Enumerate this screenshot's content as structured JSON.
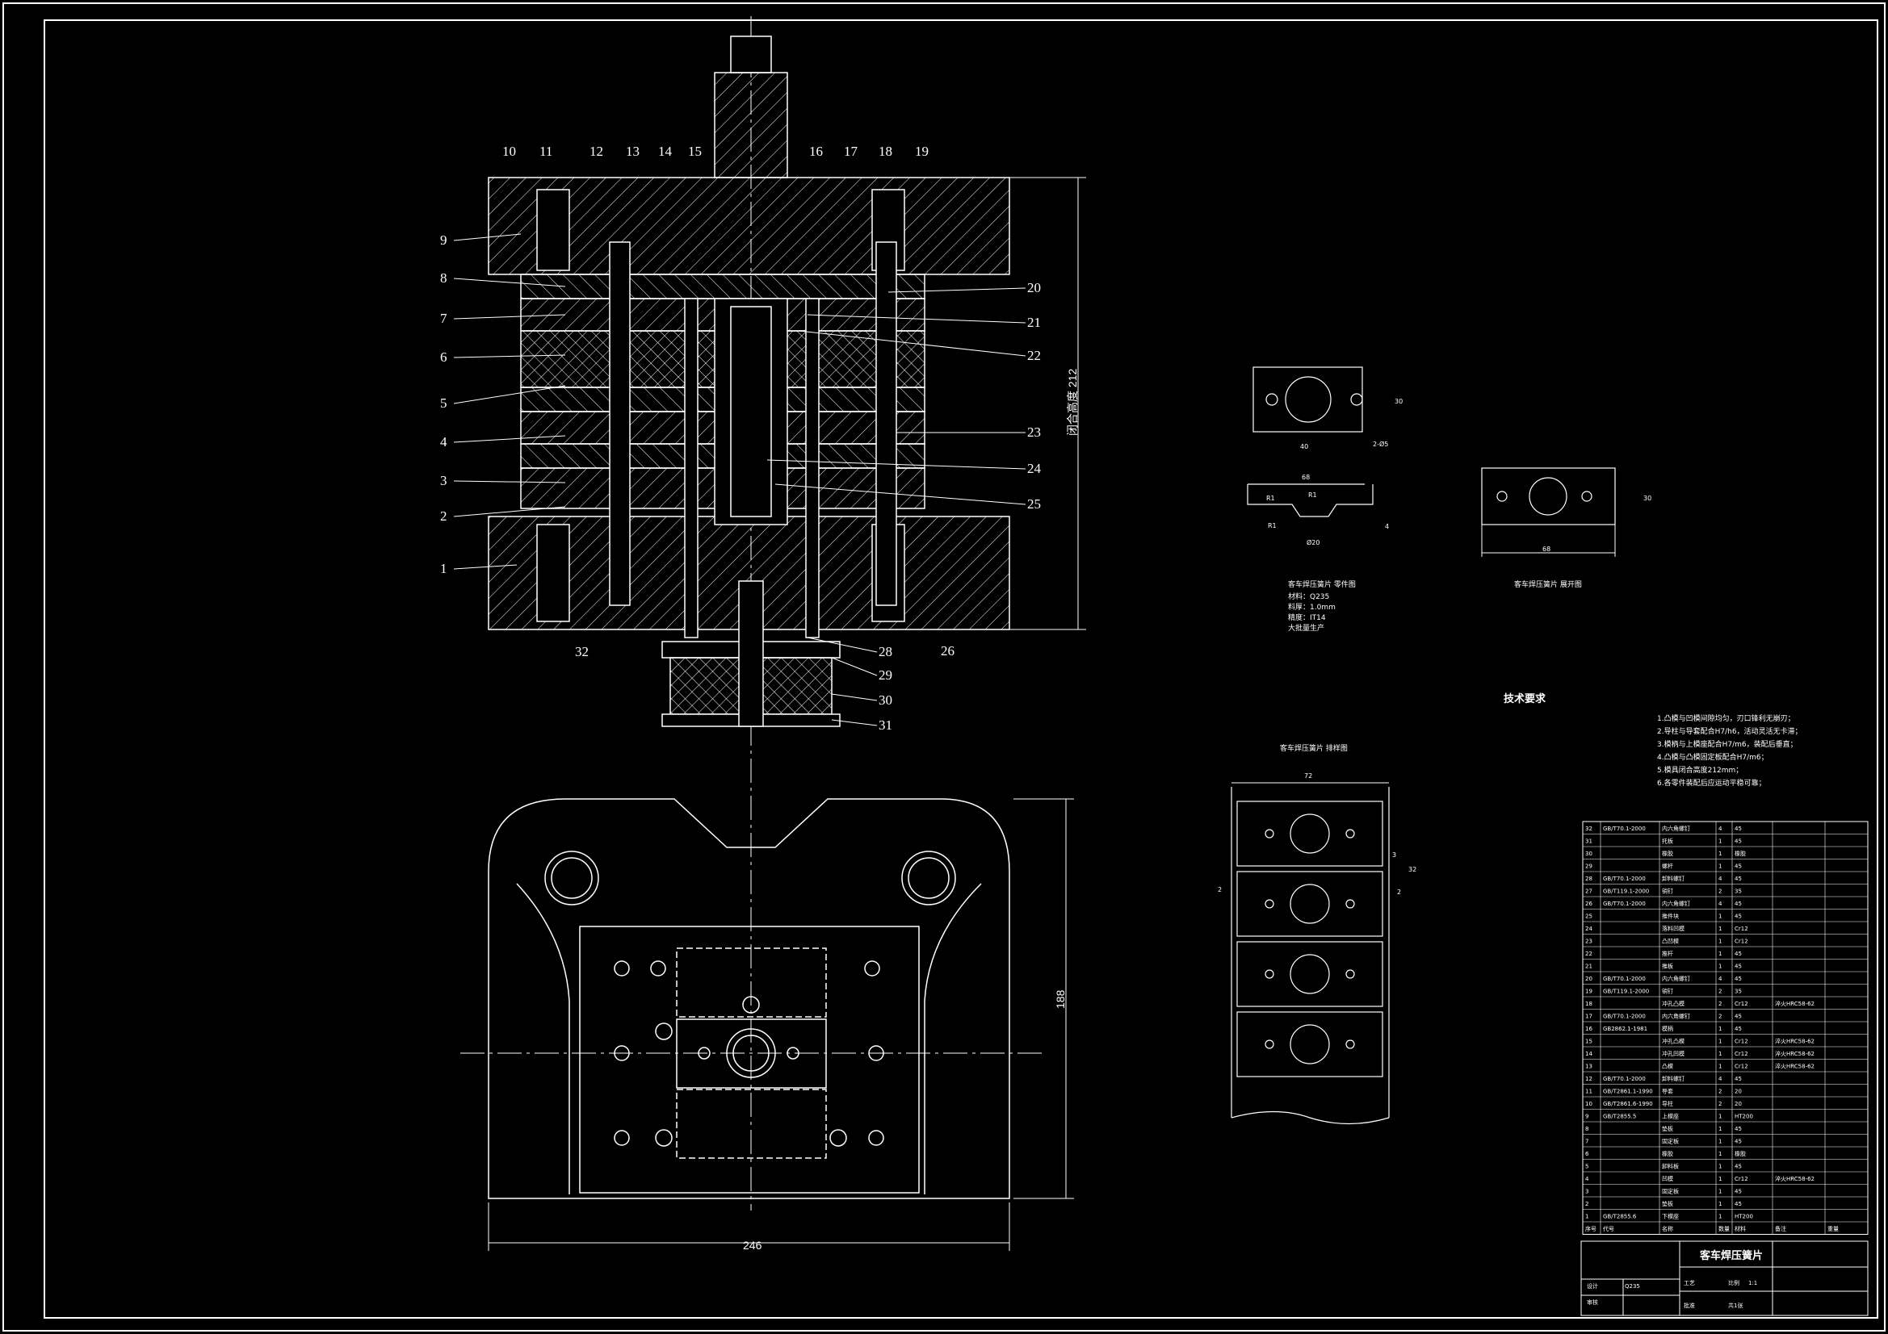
{
  "drawing_title": "客车焊压簧片",
  "overall_height_label": "闭合高度 212",
  "callouts_left": [
    "10",
    "11",
    "12",
    "13",
    "14",
    "15",
    "16",
    "17",
    "18",
    "19"
  ],
  "callouts_leftside": [
    "9",
    "8",
    "7",
    "6",
    "5",
    "4",
    "3",
    "2",
    "1"
  ],
  "callouts_right": [
    "20",
    "21",
    "22",
    "23",
    "24",
    "25",
    "26"
  ],
  "callouts_bottom": [
    "32",
    "28",
    "29",
    "30",
    "31"
  ],
  "plan_dims": {
    "width": "246",
    "height": "188"
  },
  "part_view": {
    "dims": {
      "top_width": "40",
      "height": "30",
      "holes": "2-Ø5",
      "side_width": "68",
      "r1": "R1",
      "r1b": "R1",
      "r1c": "R1",
      "hole_dia": "Ø20",
      "thick": "4"
    },
    "caption": "客车焊压簧片  零件图",
    "notes": [
      "材料：Q235",
      "料厚：1.0mm",
      "精度：IT14",
      "大批量生产"
    ]
  },
  "blank_view": {
    "dims": {
      "width": "68",
      "height": "30"
    },
    "caption": "客车焊压簧片  展开图"
  },
  "layout_view": {
    "caption": "客车焊压簧片  排样图",
    "dims": {
      "width": "72",
      "pitch": "32",
      "gap1": "2",
      "gap2": "3",
      "gap3": "2"
    }
  },
  "tech_req": {
    "title": "技术要求",
    "lines": [
      "1.凸模与凹模间隙均匀，刃口锋利无崩刃；",
      "2.导柱与导套配合H7/h6，活动灵活无卡滞；",
      "3.模柄与上模座配合H7/m6，装配后垂直；",
      "4.凸模与凸模固定板配合H7/m6；",
      "5.模具闭合高度212mm；",
      "6.各零件装配后应运动平稳可靠；"
    ]
  },
  "bom": [
    [
      "32",
      "GB/T70.1-2000",
      "内六角螺钉",
      "4",
      "45",
      "",
      ""
    ],
    [
      "31",
      "",
      "托板",
      "1",
      "45",
      "",
      ""
    ],
    [
      "30",
      "",
      "橡胶",
      "1",
      "橡胶",
      "",
      ""
    ],
    [
      "29",
      "",
      "螺杆",
      "1",
      "45",
      "",
      ""
    ],
    [
      "28",
      "GB/T70.1-2000",
      "卸料螺钉",
      "4",
      "45",
      "",
      ""
    ],
    [
      "27",
      "GB/T119.1-2000",
      "销钉",
      "2",
      "35",
      "",
      ""
    ],
    [
      "26",
      "GB/T70.1-2000",
      "内六角螺钉",
      "4",
      "45",
      "",
      ""
    ],
    [
      "25",
      "",
      "推件块",
      "1",
      "45",
      "",
      ""
    ],
    [
      "24",
      "",
      "落料凹模",
      "1",
      "Cr12",
      "",
      ""
    ],
    [
      "23",
      "",
      "凸凹模",
      "1",
      "Cr12",
      "",
      ""
    ],
    [
      "22",
      "",
      "推杆",
      "1",
      "45",
      "",
      ""
    ],
    [
      "21",
      "",
      "推板",
      "1",
      "45",
      "",
      ""
    ],
    [
      "20",
      "GB/T70.1-2000",
      "内六角螺钉",
      "4",
      "45",
      "",
      ""
    ],
    [
      "19",
      "GB/T119.1-2000",
      "销钉",
      "2",
      "35",
      "",
      ""
    ],
    [
      "18",
      "",
      "冲孔凸模",
      "2",
      "Cr12",
      "淬火HRC58-62",
      ""
    ],
    [
      "17",
      "GB/T70.1-2000",
      "内六角螺钉",
      "2",
      "45",
      "",
      ""
    ],
    [
      "16",
      "GB2862.1-1981",
      "模柄",
      "1",
      "45",
      "",
      ""
    ],
    [
      "15",
      "",
      "冲孔凸模",
      "1",
      "Cr12",
      "淬火HRC58-62",
      ""
    ],
    [
      "14",
      "",
      "冲孔凹模",
      "1",
      "Cr12",
      "淬火HRC58-62",
      ""
    ],
    [
      "13",
      "",
      "凸模",
      "1",
      "Cr12",
      "淬火HRC58-62",
      ""
    ],
    [
      "12",
      "GB/T70.1-2000",
      "卸料螺钉",
      "4",
      "45",
      "",
      ""
    ],
    [
      "11",
      "GB/T2861.1-1990",
      "导套",
      "2",
      "20",
      "",
      ""
    ],
    [
      "10",
      "GB/T2861.6-1990",
      "导柱",
      "2",
      "20",
      "",
      ""
    ],
    [
      "9",
      "GB/T2855.5",
      "上模座",
      "1",
      "HT200",
      "",
      ""
    ],
    [
      "8",
      "",
      "垫板",
      "1",
      "45",
      "",
      ""
    ],
    [
      "7",
      "",
      "固定板",
      "1",
      "45",
      "",
      ""
    ],
    [
      "6",
      "",
      "橡胶",
      "1",
      "橡胶",
      "",
      ""
    ],
    [
      "5",
      "",
      "卸料板",
      "1",
      "45",
      "",
      ""
    ],
    [
      "4",
      "",
      "凹模",
      "1",
      "Cr12",
      "淬火HRC58-62",
      ""
    ],
    [
      "3",
      "",
      "固定板",
      "1",
      "45",
      "",
      ""
    ],
    [
      "2",
      "",
      "垫板",
      "1",
      "45",
      "",
      ""
    ],
    [
      "1",
      "GB/T2855.6",
      "下模座",
      "1",
      "HT200",
      "",
      ""
    ]
  ],
  "bom_header": [
    "序号",
    "代号",
    "名称",
    "数量",
    "材料",
    "备注",
    "重量"
  ],
  "title_block": {
    "name": "客车焊压簧片",
    "material": "Q235",
    "scale_label": "比例",
    "scale": "1:1",
    "sheet": "共1张",
    "cells": [
      "设计",
      "审核",
      "工艺",
      "批准"
    ]
  }
}
